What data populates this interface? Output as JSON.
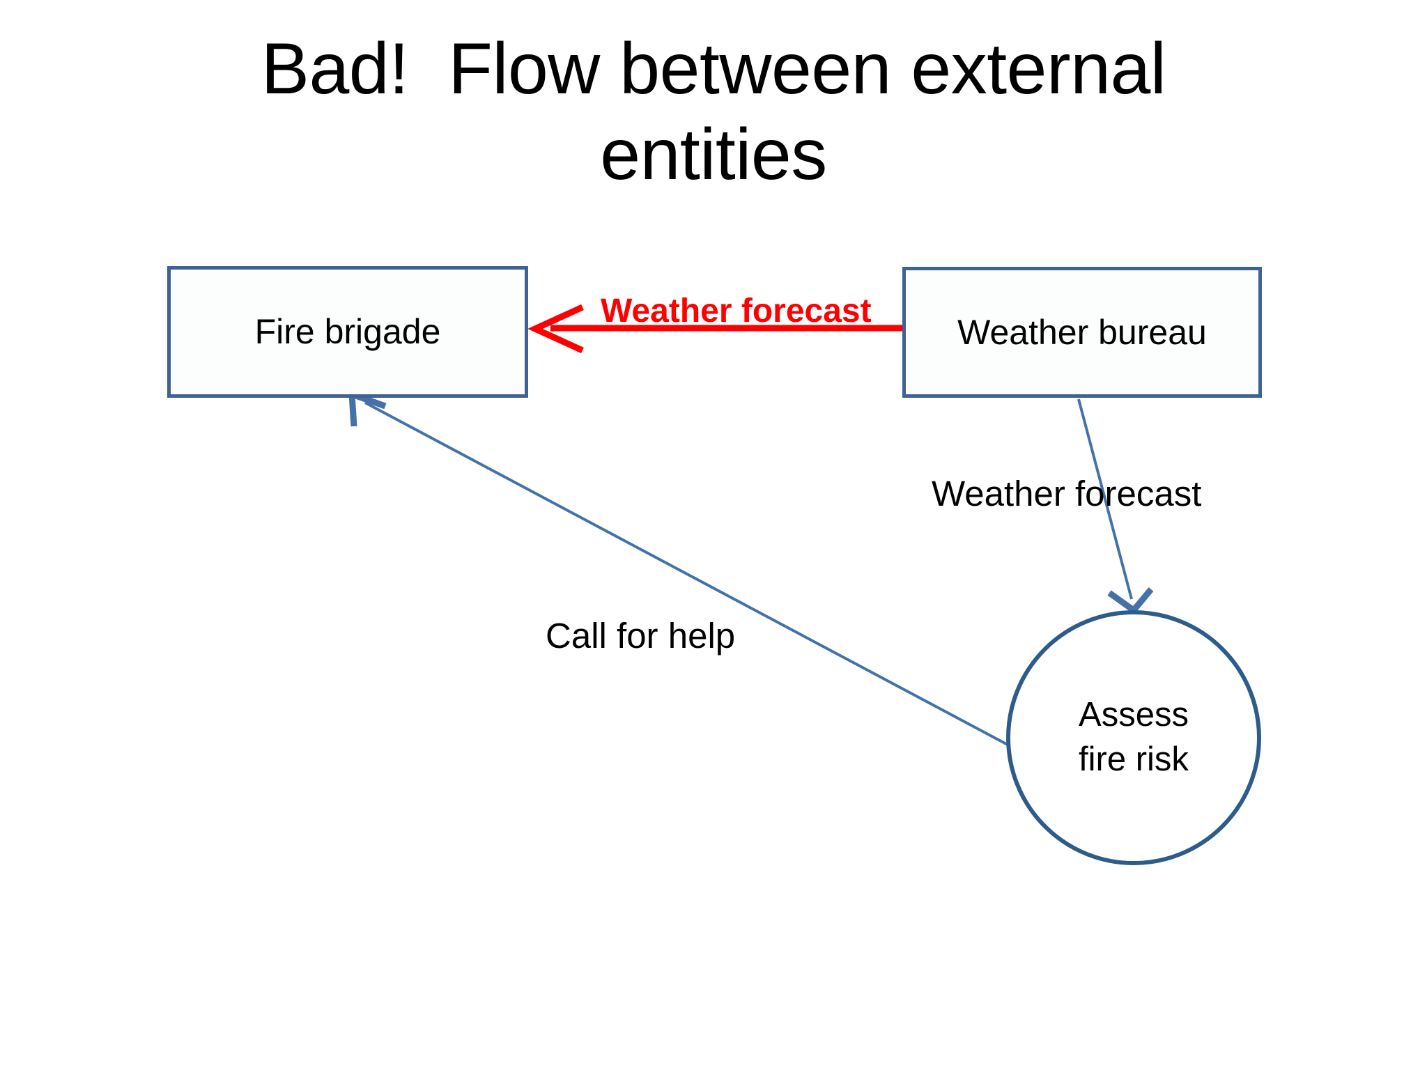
{
  "slide": {
    "title": "Bad!  Flow between external\nentities",
    "background_color": "#FFFFFF"
  },
  "colors": {
    "entity_border": "#3F6293",
    "process_border": "#2E5C8A",
    "connector_blue": "#4472A8",
    "bad_flow_red": "#FF0000",
    "text_black": "#000000"
  },
  "entities": [
    {
      "id": "fire-brigade",
      "label": "Fire brigade",
      "shape": "rectangle"
    },
    {
      "id": "weather-bureau",
      "label": "Weather bureau",
      "shape": "rectangle"
    }
  ],
  "processes": [
    {
      "id": "assess-fire-risk",
      "label_line1": "Assess",
      "label_line2": "fire risk",
      "shape": "circle"
    }
  ],
  "flows": [
    {
      "id": "weather-forecast-bad",
      "label": "Weather forecast",
      "from": "weather-bureau",
      "to": "fire-brigade",
      "color": "#FF0000",
      "bold": true,
      "note": "bad flow between two external entities"
    },
    {
      "id": "weather-forecast-good",
      "label": "Weather forecast",
      "from": "weather-bureau",
      "to": "assess-fire-risk",
      "color": "#000000",
      "bold": false
    },
    {
      "id": "call-for-help",
      "label": "Call for help",
      "from": "assess-fire-risk",
      "to": "fire-brigade",
      "color": "#000000",
      "bold": false
    }
  ]
}
